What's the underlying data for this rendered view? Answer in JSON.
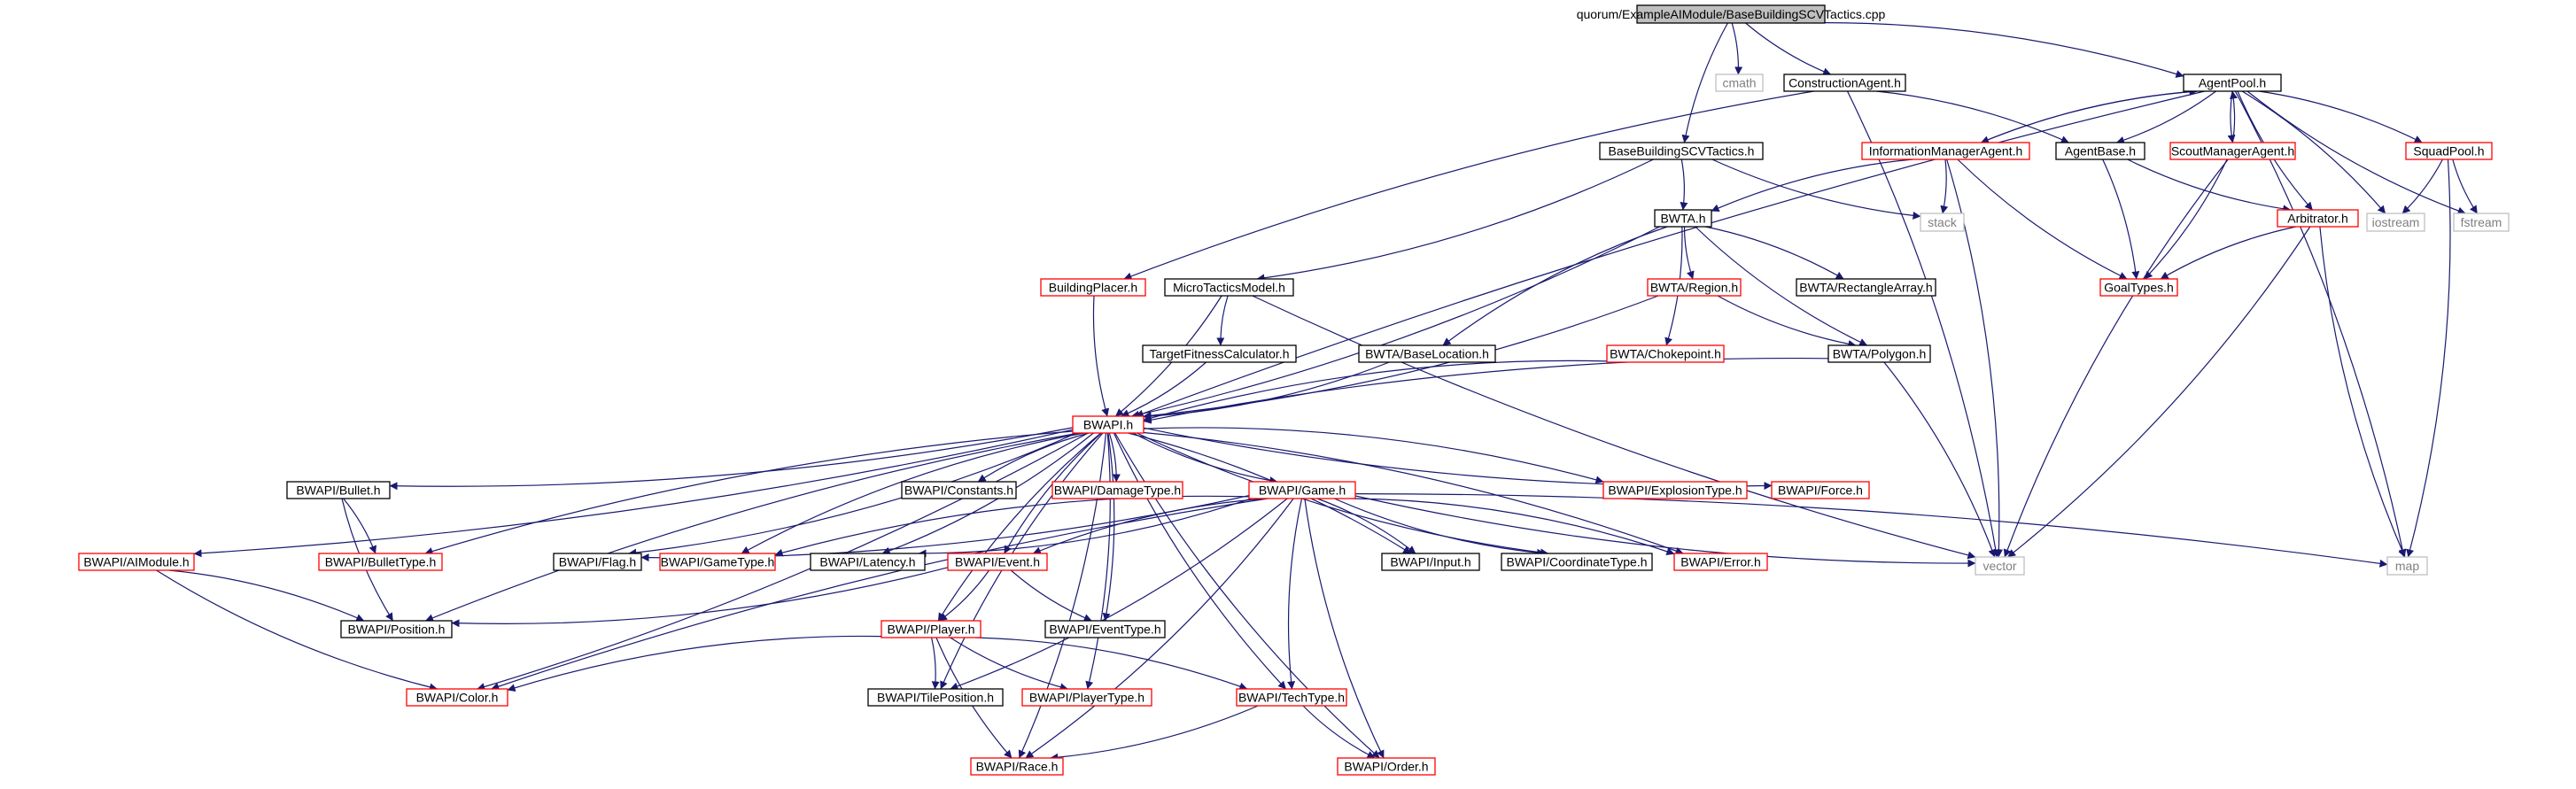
{
  "diagram": {
    "colors": {
      "edge": "#191970",
      "border_black": "#000000",
      "border_red": "#ff0000",
      "border_gray": "#bfbfbf",
      "root_fill": "#bfbfbf",
      "text": "#000000",
      "text_gray": "#7f7f7f"
    },
    "nodes": [
      {
        "id": "root",
        "label": "quorum/ExampleAIModule/BaseBuildingSCVTactics.cpp",
        "style": "root"
      },
      {
        "id": "cmath",
        "label": "cmath",
        "style": "gray"
      },
      {
        "id": "construction_agent",
        "label": "ConstructionAgent.h",
        "style": "black"
      },
      {
        "id": "agent_pool",
        "label": "AgentPool.h",
        "style": "black"
      },
      {
        "id": "base_building",
        "label": "BaseBuildingSCVTactics.h",
        "style": "black"
      },
      {
        "id": "info_manager",
        "label": "InformationManagerAgent.h",
        "style": "red"
      },
      {
        "id": "agent_base",
        "label": "AgentBase.h",
        "style": "black"
      },
      {
        "id": "scout_manager",
        "label": "ScoutManagerAgent.h",
        "style": "red"
      },
      {
        "id": "squad_pool",
        "label": "SquadPool.h",
        "style": "red"
      },
      {
        "id": "bwta",
        "label": "BWTA.h",
        "style": "black"
      },
      {
        "id": "stack",
        "label": "stack",
        "style": "gray"
      },
      {
        "id": "arbitrator",
        "label": "Arbitrator.h",
        "style": "red"
      },
      {
        "id": "iostream",
        "label": "iostream",
        "style": "gray"
      },
      {
        "id": "fstream",
        "label": "fstream",
        "style": "gray"
      },
      {
        "id": "building_placer",
        "label": "BuildingPlacer.h",
        "style": "red"
      },
      {
        "id": "micro_tactics",
        "label": "MicroTacticsModel.h",
        "style": "black"
      },
      {
        "id": "bwta_region",
        "label": "BWTA/Region.h",
        "style": "red"
      },
      {
        "id": "bwta_rect",
        "label": "BWTA/RectangleArray.h",
        "style": "black"
      },
      {
        "id": "goal_types",
        "label": "GoalTypes.h",
        "style": "red"
      },
      {
        "id": "target_fitness",
        "label": "TargetFitnessCalculator.h",
        "style": "black"
      },
      {
        "id": "bwta_baseloc",
        "label": "BWTA/BaseLocation.h",
        "style": "black"
      },
      {
        "id": "bwta_choke",
        "label": "BWTA/Chokepoint.h",
        "style": "red"
      },
      {
        "id": "bwta_polygon",
        "label": "BWTA/Polygon.h",
        "style": "black"
      },
      {
        "id": "bwapi",
        "label": "BWAPI.h",
        "style": "red"
      },
      {
        "id": "bwapi_bullet",
        "label": "BWAPI/Bullet.h",
        "style": "black"
      },
      {
        "id": "bwapi_constants",
        "label": "BWAPI/Constants.h",
        "style": "black"
      },
      {
        "id": "bwapi_damage",
        "label": "BWAPI/DamageType.h",
        "style": "red"
      },
      {
        "id": "bwapi_game",
        "label": "BWAPI/Game.h",
        "style": "red"
      },
      {
        "id": "bwapi_explosion",
        "label": "BWAPI/ExplosionType.h",
        "style": "red"
      },
      {
        "id": "bwapi_force",
        "label": "BWAPI/Force.h",
        "style": "red"
      },
      {
        "id": "bwapi_aimodule",
        "label": "BWAPI/AIModule.h",
        "style": "red"
      },
      {
        "id": "bwapi_bullettype",
        "label": "BWAPI/BulletType.h",
        "style": "red"
      },
      {
        "id": "bwapi_flag",
        "label": "BWAPI/Flag.h",
        "style": "black"
      },
      {
        "id": "bwapi_gametype",
        "label": "BWAPI/GameType.h",
        "style": "red"
      },
      {
        "id": "bwapi_latency",
        "label": "BWAPI/Latency.h",
        "style": "black"
      },
      {
        "id": "bwapi_event",
        "label": "BWAPI/Event.h",
        "style": "red"
      },
      {
        "id": "bwapi_input",
        "label": "BWAPI/Input.h",
        "style": "black"
      },
      {
        "id": "bwapi_coordtype",
        "label": "BWAPI/CoordinateType.h",
        "style": "black"
      },
      {
        "id": "bwapi_error",
        "label": "BWAPI/Error.h",
        "style": "red"
      },
      {
        "id": "vector",
        "label": "vector",
        "style": "gray"
      },
      {
        "id": "map",
        "label": "map",
        "style": "gray"
      },
      {
        "id": "bwapi_position",
        "label": "BWAPI/Position.h",
        "style": "black"
      },
      {
        "id": "bwapi_eventtype",
        "label": "BWAPI/EventType.h",
        "style": "black"
      },
      {
        "id": "bwapi_player",
        "label": "BWAPI/Player.h",
        "style": "red"
      },
      {
        "id": "bwapi_color",
        "label": "BWAPI/Color.h",
        "style": "red"
      },
      {
        "id": "bwapi_tileposition",
        "label": "BWAPI/TilePosition.h",
        "style": "black"
      },
      {
        "id": "bwapi_playertype",
        "label": "BWAPI/PlayerType.h",
        "style": "red"
      },
      {
        "id": "bwapi_techtype",
        "label": "BWAPI/TechType.h",
        "style": "red"
      },
      {
        "id": "bwapi_race",
        "label": "BWAPI/Race.h",
        "style": "red"
      },
      {
        "id": "bwapi_order",
        "label": "BWAPI/Order.h",
        "style": "red"
      }
    ],
    "edges": [
      [
        "root",
        "cmath"
      ],
      [
        "root",
        "construction_agent"
      ],
      [
        "root",
        "agent_pool"
      ],
      [
        "root",
        "base_building"
      ],
      [
        "construction_agent",
        "agent_base"
      ],
      [
        "construction_agent",
        "building_placer"
      ],
      [
        "construction_agent",
        "vector"
      ],
      [
        "agent_pool",
        "info_manager"
      ],
      [
        "agent_pool",
        "agent_base"
      ],
      [
        "agent_pool",
        "scout_manager"
      ],
      [
        "agent_pool",
        "squad_pool"
      ],
      [
        "agent_pool",
        "arbitrator"
      ],
      [
        "agent_pool",
        "iostream"
      ],
      [
        "agent_pool",
        "fstream"
      ],
      [
        "agent_pool",
        "map"
      ],
      [
        "agent_pool",
        "bwapi"
      ],
      [
        "info_manager",
        "agent_pool"
      ],
      [
        "info_manager",
        "bwta"
      ],
      [
        "info_manager",
        "stack"
      ],
      [
        "info_manager",
        "goal_types"
      ],
      [
        "info_manager",
        "vector"
      ],
      [
        "scout_manager",
        "agent_pool"
      ],
      [
        "scout_manager",
        "goal_types"
      ],
      [
        "scout_manager",
        "vector"
      ],
      [
        "agent_base",
        "goal_types"
      ],
      [
        "agent_base",
        "arbitrator"
      ],
      [
        "squad_pool",
        "iostream"
      ],
      [
        "squad_pool",
        "fstream"
      ],
      [
        "squad_pool",
        "map"
      ],
      [
        "arbitrator",
        "goal_types"
      ],
      [
        "arbitrator",
        "vector"
      ],
      [
        "arbitrator",
        "map"
      ],
      [
        "base_building",
        "bwta"
      ],
      [
        "base_building",
        "stack"
      ],
      [
        "base_building",
        "micro_tactics"
      ],
      [
        "bwta",
        "bwta_region"
      ],
      [
        "bwta",
        "bwta_rect"
      ],
      [
        "bwta",
        "bwta_baseloc"
      ],
      [
        "bwta",
        "bwta_choke"
      ],
      [
        "bwta",
        "bwta_polygon"
      ],
      [
        "bwta",
        "bwapi"
      ],
      [
        "bwta_region",
        "bwta_polygon"
      ],
      [
        "bwta_region",
        "bwapi"
      ],
      [
        "bwta_polygon",
        "bwapi"
      ],
      [
        "bwta_polygon",
        "vector"
      ],
      [
        "bwta_choke",
        "bwapi"
      ],
      [
        "bwta_baseloc",
        "bwapi"
      ],
      [
        "micro_tactics",
        "target_fitness"
      ],
      [
        "micro_tactics",
        "bwapi"
      ],
      [
        "micro_tactics",
        "vector"
      ],
      [
        "target_fitness",
        "bwapi"
      ],
      [
        "building_placer",
        "bwapi"
      ],
      [
        "bwapi",
        "bwapi_bullet"
      ],
      [
        "bwapi",
        "bwapi_constants"
      ],
      [
        "bwapi",
        "bwapi_damage"
      ],
      [
        "bwapi",
        "bwapi_game"
      ],
      [
        "bwapi",
        "bwapi_explosion"
      ],
      [
        "bwapi",
        "bwapi_force"
      ],
      [
        "bwapi",
        "bwapi_aimodule"
      ],
      [
        "bwapi",
        "bwapi_bullettype"
      ],
      [
        "bwapi",
        "bwapi_flag"
      ],
      [
        "bwapi",
        "bwapi_gametype"
      ],
      [
        "bwapi",
        "bwapi_latency"
      ],
      [
        "bwapi",
        "bwapi_event"
      ],
      [
        "bwapi",
        "bwapi_input"
      ],
      [
        "bwapi",
        "bwapi_coordtype"
      ],
      [
        "bwapi",
        "bwapi_error"
      ],
      [
        "bwapi",
        "bwapi_position"
      ],
      [
        "bwapi",
        "bwapi_eventtype"
      ],
      [
        "bwapi",
        "bwapi_player"
      ],
      [
        "bwapi",
        "bwapi_color"
      ],
      [
        "bwapi",
        "bwapi_tileposition"
      ],
      [
        "bwapi",
        "bwapi_playertype"
      ],
      [
        "bwapi",
        "bwapi_techtype"
      ],
      [
        "bwapi",
        "bwapi_race"
      ],
      [
        "bwapi",
        "bwapi_order"
      ],
      [
        "bwapi_bullet",
        "bwapi_bullettype"
      ],
      [
        "bwapi_bullet",
        "bwapi_position"
      ],
      [
        "bwapi_aimodule",
        "bwapi_position"
      ],
      [
        "bwapi_aimodule",
        "bwapi_color"
      ],
      [
        "bwapi_game",
        "bwapi_flag"
      ],
      [
        "bwapi_game",
        "bwapi_gametype"
      ],
      [
        "bwapi_game",
        "bwapi_latency"
      ],
      [
        "bwapi_game",
        "bwapi_event"
      ],
      [
        "bwapi_game",
        "bwapi_input"
      ],
      [
        "bwapi_game",
        "bwapi_coordtype"
      ],
      [
        "bwapi_game",
        "bwapi_error"
      ],
      [
        "bwapi_game",
        "vector"
      ],
      [
        "bwapi_game",
        "map"
      ],
      [
        "bwapi_game",
        "bwapi_color"
      ],
      [
        "bwapi_game",
        "bwapi_tileposition"
      ],
      [
        "bwapi_game",
        "bwapi_techtype"
      ],
      [
        "bwapi_game",
        "bwapi_race"
      ],
      [
        "bwapi_game",
        "bwapi_order"
      ],
      [
        "bwapi_event",
        "bwapi_position"
      ],
      [
        "bwapi_event",
        "bwapi_eventtype"
      ],
      [
        "bwapi_event",
        "bwapi_player"
      ],
      [
        "bwapi_player",
        "bwapi_color"
      ],
      [
        "bwapi_player",
        "bwapi_tileposition"
      ],
      [
        "bwapi_player",
        "bwapi_playertype"
      ],
      [
        "bwapi_player",
        "bwapi_techtype"
      ],
      [
        "bwapi_player",
        "bwapi_race"
      ],
      [
        "bwapi_techtype",
        "bwapi_race"
      ],
      [
        "bwapi_techtype",
        "bwapi_order"
      ]
    ]
  }
}
